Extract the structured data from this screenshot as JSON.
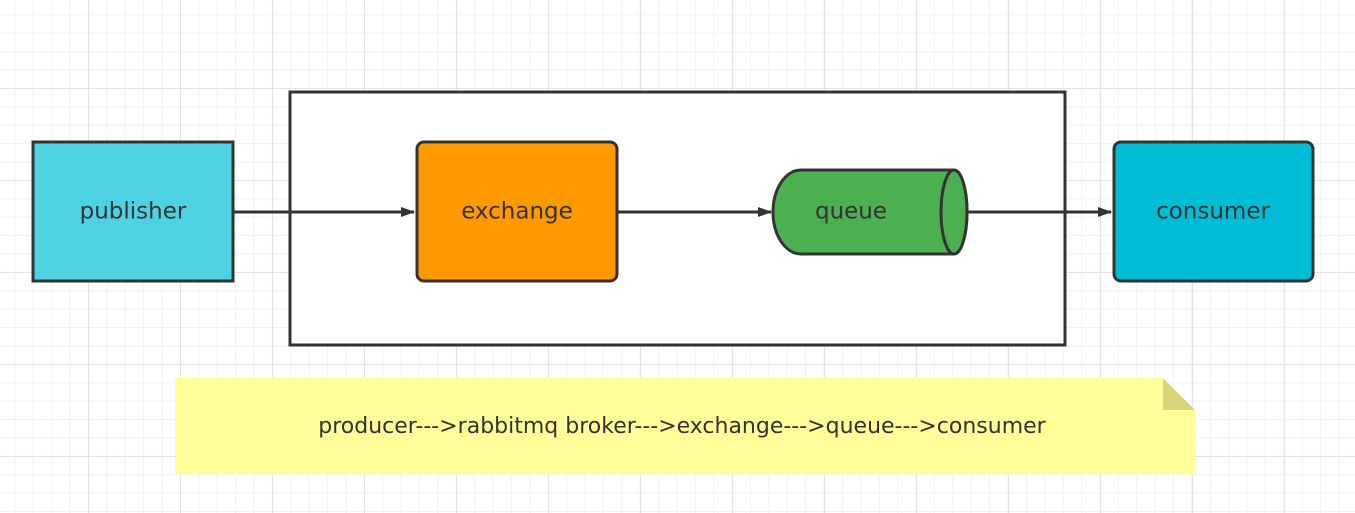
{
  "diagram": {
    "nodes": {
      "publisher": {
        "label": "publisher",
        "fill": "#4dd2e3"
      },
      "exchange": {
        "label": "exchange",
        "fill": "#ff9900"
      },
      "queue": {
        "label": "queue",
        "fill": "#4caf50"
      },
      "consumer": {
        "label": "consumer",
        "fill": "#00bcd4"
      }
    },
    "broker_container": {
      "label": ""
    },
    "edges": [
      {
        "from": "publisher",
        "to": "exchange"
      },
      {
        "from": "exchange",
        "to": "queue"
      },
      {
        "from": "queue",
        "to": "consumer"
      }
    ],
    "note": {
      "text": "producer--->rabbitmq broker--->exchange--->queue--->consumer",
      "fill": "#ffff99",
      "fold_fill": "#d6d67a"
    },
    "colors": {
      "stroke": "#333333",
      "text": "#333333"
    }
  }
}
